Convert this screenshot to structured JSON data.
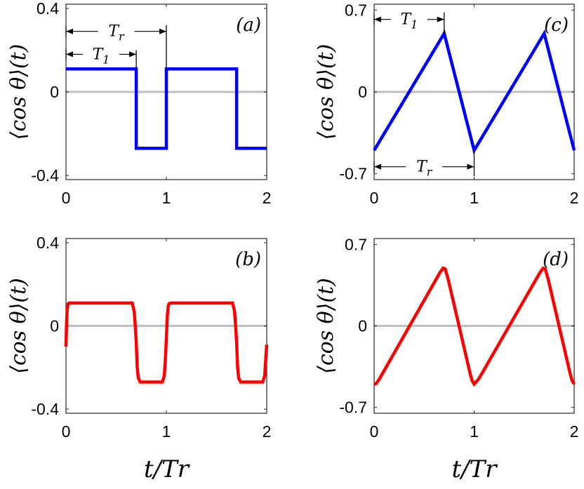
{
  "chart_data": [
    {
      "id": "a",
      "type": "line",
      "panel_label": "(a)",
      "ylabel": "⟨cos θ⟩(t)",
      "xlabel": "",
      "xlim": [
        0,
        2
      ],
      "ylim": [
        -0.42,
        0.42
      ],
      "xticks": [
        0,
        1,
        2
      ],
      "xtick_labels": [
        "0",
        "1",
        "2"
      ],
      "yticks": [
        -0.4,
        0,
        0.4
      ],
      "ytick_labels": [
        "-0.4",
        "0",
        "0.4"
      ],
      "zero_line": true,
      "series": [
        {
          "color": "#0000ff",
          "x": [
            0,
            0.7,
            0.7,
            1.0,
            1.0,
            1.7,
            1.7,
            2.0
          ],
          "y": [
            0.11,
            0.11,
            -0.27,
            -0.27,
            0.11,
            0.11,
            -0.27,
            -0.27
          ]
        }
      ],
      "annotations": [
        {
          "label": "T",
          "sub": "r",
          "x0": 0,
          "x1": 1.0,
          "y": 0.29
        },
        {
          "label": "T",
          "sub": "1",
          "x0": 0,
          "x1": 0.7,
          "y": 0.18
        }
      ],
      "markers": [
        {
          "x": 0.7,
          "y0": 0.2,
          "y1": 0.11
        },
        {
          "x": 1.0,
          "y0": 0.32,
          "y1": 0.11
        }
      ]
    },
    {
      "id": "c",
      "type": "line",
      "panel_label": "(c)",
      "ylabel": "⟨cos θ⟩(t)",
      "xlabel": "",
      "xlim": [
        0,
        2
      ],
      "ylim": [
        -0.75,
        0.75
      ],
      "xticks": [
        0,
        1,
        2
      ],
      "xtick_labels": [
        "0",
        "1",
        "2"
      ],
      "yticks": [
        -0.7,
        0,
        0.7
      ],
      "ytick_labels": [
        "-0.7",
        "0",
        "0.7"
      ],
      "zero_line": true,
      "series": [
        {
          "color": "#0000ff",
          "x": [
            0,
            0.7,
            1.0,
            1.7,
            2.0
          ],
          "y": [
            -0.5,
            0.5,
            -0.5,
            0.5,
            -0.5
          ]
        }
      ],
      "annotations": [
        {
          "label": "T",
          "sub": "1",
          "x0": 0,
          "x1": 0.7,
          "y": 0.62
        },
        {
          "label": "T",
          "sub": "r",
          "x0": 0,
          "x1": 1.0,
          "y": -0.64
        }
      ],
      "markers": [
        {
          "x": 0.7,
          "y0": 0.68,
          "y1": 0.5
        },
        {
          "x": 1.0,
          "y0": -0.5,
          "y1": -0.72
        }
      ]
    },
    {
      "id": "b",
      "type": "line",
      "panel_label": "(b)",
      "ylabel": "⟨cos θ⟩(t)",
      "xlabel": "t/Tr",
      "xlim": [
        0,
        2
      ],
      "ylim": [
        -0.42,
        0.42
      ],
      "xticks": [
        0,
        1,
        2
      ],
      "xtick_labels": [
        "0",
        "1",
        "2"
      ],
      "yticks": [
        -0.4,
        0,
        0.4
      ],
      "ytick_labels": [
        "-0.4",
        "0",
        "0.4"
      ],
      "zero_line": true,
      "series": [
        {
          "color": "#ff0000",
          "x": [
            0,
            0.005,
            0.012,
            0.02,
            0.03,
            0.05,
            0.66,
            0.68,
            0.69,
            0.7,
            0.71,
            0.72,
            0.74,
            0.96,
            0.98,
            0.99,
            1.0,
            1.01,
            1.02,
            1.03,
            1.05,
            1.66,
            1.68,
            1.69,
            1.7,
            1.71,
            1.72,
            1.74,
            1.96,
            1.98,
            1.99,
            2.0
          ],
          "y": [
            -0.1,
            0.0,
            0.08,
            0.105,
            0.11,
            0.11,
            0.11,
            0.07,
            0.0,
            -0.08,
            -0.2,
            -0.25,
            -0.27,
            -0.27,
            -0.24,
            -0.16,
            -0.06,
            0.05,
            0.1,
            0.108,
            0.11,
            0.11,
            0.07,
            0.0,
            -0.08,
            -0.2,
            -0.25,
            -0.27,
            -0.27,
            -0.24,
            -0.16,
            -0.09
          ]
        }
      ],
      "annotations": [],
      "markers": []
    },
    {
      "id": "d",
      "type": "line",
      "panel_label": "(d)",
      "ylabel": "⟨cos θ⟩(t)",
      "xlabel": "t/Tr",
      "xlim": [
        0,
        2
      ],
      "ylim": [
        -0.75,
        0.75
      ],
      "xticks": [
        0,
        1,
        2
      ],
      "xtick_labels": [
        "0",
        "1",
        "2"
      ],
      "yticks": [
        -0.7,
        0,
        0.7
      ],
      "ytick_labels": [
        "-0.7",
        "0",
        "0.7"
      ],
      "zero_line": true,
      "series": [
        {
          "color": "#ff0000",
          "x": [
            0,
            0.02,
            0.05,
            0.66,
            0.69,
            0.71,
            0.74,
            0.96,
            0.98,
            1.0,
            1.02,
            1.05,
            1.66,
            1.69,
            1.71,
            1.74,
            1.96,
            1.98,
            2.0
          ],
          "y": [
            -0.5,
            -0.495,
            -0.46,
            0.46,
            0.495,
            0.49,
            0.4,
            -0.41,
            -0.47,
            -0.5,
            -0.48,
            -0.45,
            0.46,
            0.495,
            0.49,
            0.4,
            -0.41,
            -0.47,
            -0.5
          ]
        }
      ],
      "annotations": [],
      "markers": []
    }
  ]
}
